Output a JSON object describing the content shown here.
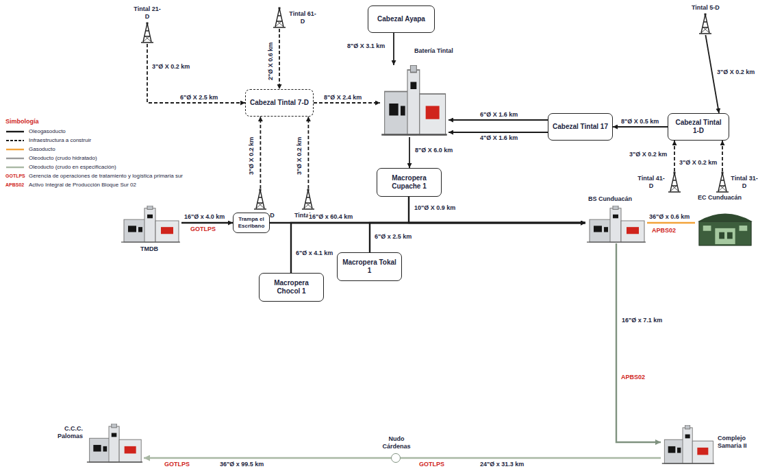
{
  "diagram": {
    "nodes": [
      {
        "text": [
          "Tintal 21-D"
        ]
      },
      {
        "text": [
          "Tintal 61-D"
        ]
      },
      {
        "text": [
          "Cabezal Ayapa"
        ]
      },
      {
        "text": [
          "Tintal 5-D"
        ]
      },
      {
        "text": [
          "Batería Tintal"
        ]
      },
      {
        "text": [
          "Cabezal Tintal 7-D"
        ]
      },
      {
        "text": [
          "Cabezal Tintal 17"
        ]
      },
      {
        "text": [
          "Cabezal Tintal 1-D"
        ]
      },
      {
        "text": [
          "Tintal 41-D"
        ]
      },
      {
        "text": [
          "Tintal 31-D"
        ]
      },
      {
        "text": [
          "Tintal 7-D"
        ]
      },
      {
        "text": [
          "Tintal 9-D"
        ]
      },
      {
        "text": [
          "Macropera Cupache 1"
        ]
      },
      {
        "text": [
          "TMDB"
        ]
      },
      {
        "text": [
          "Trampa el Escribano"
        ]
      },
      {
        "text": [
          "BS Cunduacán"
        ]
      },
      {
        "text": [
          "EC Cunduacán"
        ]
      },
      {
        "text": [
          "Macropera Tokal 1"
        ]
      },
      {
        "text": [
          "Macropera Chocol 1"
        ]
      },
      {
        "text": [
          "Complejo Samaria II"
        ]
      },
      {
        "text": [
          "C.C.C. Palomas"
        ]
      },
      {
        "text": [
          "Nudo Cárdenas"
        ]
      }
    ],
    "edges": [
      {
        "from": 0,
        "to": 5,
        "arrow": "to",
        "label": "6\"Ø X 2.5 km"
      },
      {
        "from": 1,
        "to": 5,
        "arrow": "to",
        "label": "2\"Ø X 0.6 km"
      },
      {
        "from": 2,
        "to": 4,
        "arrow": "to",
        "label": "8\"Ø X 3.1 km"
      },
      {
        "from": 3,
        "to": 7,
        "arrow": "to",
        "label": "3\"Ø X 0.2 km"
      },
      {
        "from": 5,
        "to": 4,
        "arrow": "to",
        "label": "8\"Ø X 2.4 km"
      },
      {
        "from": 6,
        "to": 4,
        "arrow": "to",
        "label": "6\"Ø X 1.6 km"
      },
      {
        "from": 6,
        "to": 4,
        "arrow": "to",
        "label": "4\"Ø X 1.6 km"
      },
      {
        "from": 7,
        "to": 6,
        "arrow": "to",
        "label": "8\"Ø X 0.5 km"
      },
      {
        "from": 8,
        "to": 7,
        "arrow": "to",
        "label": "3\"Ø X 0.2 km"
      },
      {
        "from": 9,
        "to": 7,
        "arrow": "to",
        "label": "3\"Ø X 0.2 km"
      },
      {
        "from": 10,
        "to": 5,
        "arrow": "to",
        "label": "3\"Ø X 0.2 km"
      },
      {
        "from": 11,
        "to": 5,
        "arrow": "to",
        "label": "3\"Ø X 0.2 km"
      },
      {
        "from": 4,
        "to": 12,
        "arrow": "to",
        "label": "8\"Ø X 6.0 km"
      },
      {
        "from": 12,
        "to": 15,
        "arrow": "to",
        "label": "10\"Ø X 0.9 km"
      },
      {
        "from": 13,
        "to": 14,
        "arrow": "to",
        "label": "16\"Ø x 4.0 km"
      },
      {
        "from": 14,
        "to": 15,
        "arrow": "to",
        "label": "16\"Ø x 60.4 km"
      },
      {
        "from": 18,
        "to": 15,
        "arrow": "to",
        "label": "6\"Ø x 4.1 km"
      },
      {
        "from": 17,
        "to": 15,
        "arrow": "to",
        "label": "6\"Ø x 2.5 km"
      },
      {
        "from": 15,
        "to": 16,
        "arrow": "none",
        "label": "36\"Ø x 0.6 km"
      },
      {
        "from": 15,
        "to": 19,
        "arrow": "to",
        "label": "16\"Ø x 7.1 km"
      },
      {
        "from": 19,
        "to": 21,
        "arrow": "none",
        "label": "24\"Ø x 31.3 km"
      },
      {
        "from": 21,
        "to": 20,
        "arrow": "to",
        "label": "36\"Ø x 99.5 km"
      }
    ],
    "labels": [
      "3\"Ø X 0.2 km",
      "Simbología",
      "GOTLPS",
      "APBS02",
      "GOTLPS",
      "APBS02",
      "APBS02",
      "GOTLPS",
      "GOTLPS"
    ],
    "legend": [
      {
        "text": "Oleogasoducto"
      },
      {
        "text": "Infraestructura a construir"
      },
      {
        "text": "Gasoducto"
      },
      {
        "text": "Oleoducto (crudo hidratado)"
      },
      {
        "text": "Oleoducto (crudo en especificación)"
      },
      {
        "text": "Gerencia de operaciones de tratamiento y logística primaria sur"
      },
      {
        "text": "Activo Integral de Producción Bloque Sur 02"
      }
    ]
  }
}
